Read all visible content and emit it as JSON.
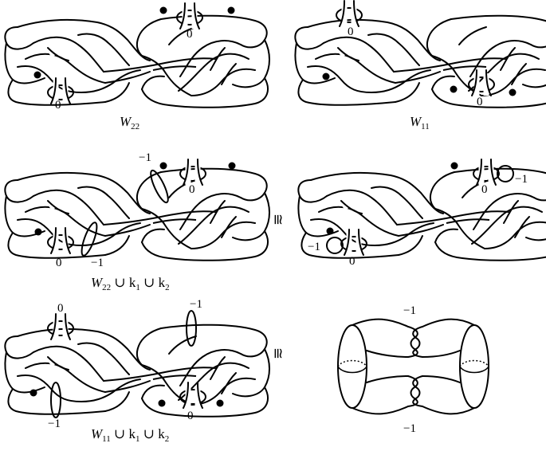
{
  "panels": {
    "w22": {
      "label_main": "W",
      "label_sub": "22",
      "framings": [
        "0",
        "0"
      ]
    },
    "w11": {
      "label_main": "W",
      "label_sub": "11",
      "framings": [
        "0",
        "0"
      ]
    },
    "w22k": {
      "label_main": "W",
      "label_sub": "22",
      "label_rest": " ∪ k",
      "k1_sub": "1",
      "k2_sub": "2",
      "framings": [
        "−1",
        "0",
        "0",
        "−1"
      ]
    },
    "w22k_simplified": {
      "framings": [
        "0",
        "−1",
        "−1",
        "0"
      ]
    },
    "w11k": {
      "label_main": "W",
      "label_sub": "11",
      "label_rest": " ∪ k",
      "k1_sub": "1",
      "k2_sub": "2",
      "framings": [
        "0",
        "−1",
        "0",
        "−1"
      ]
    },
    "cylinder": {
      "framings": [
        "−1",
        "−1"
      ]
    }
  },
  "relations": [
    "≅",
    "≅"
  ],
  "colors": {
    "ink": "#000000",
    "background": "#ffffff"
  }
}
